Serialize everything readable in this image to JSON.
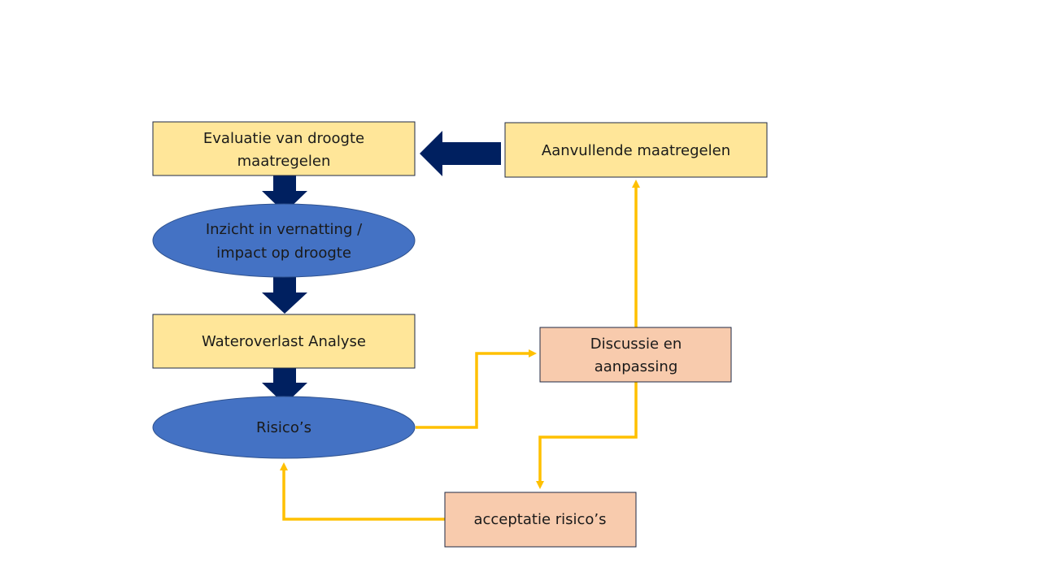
{
  "diagram": {
    "colors": {
      "yellow_box": "#FFE699",
      "peach_box": "#F8CBAD",
      "blue_ellipse": "#4472C4",
      "navy_arrow": "#002060",
      "orange_connector": "#FFC000",
      "outline": "#1F2A44"
    },
    "nodes": {
      "evaluatie": {
        "shape": "rectangle",
        "lines": [
          "Evaluatie van droogte",
          "maatregelen"
        ]
      },
      "inzicht": {
        "shape": "ellipse",
        "lines": [
          "Inzicht in vernatting /",
          "impact op droogte"
        ]
      },
      "wateroverlast": {
        "shape": "rectangle",
        "lines": [
          "Wateroverlast Analyse"
        ]
      },
      "risicos": {
        "shape": "ellipse",
        "lines": [
          "Risico’s"
        ]
      },
      "aanvullende": {
        "shape": "rectangle",
        "lines": [
          "Aanvullende maatregelen"
        ]
      },
      "discussie": {
        "shape": "rectangle",
        "lines": [
          "Discussie en",
          "aanpassing"
        ]
      },
      "acceptatie": {
        "shape": "rectangle",
        "lines": [
          "acceptatie risico’s"
        ]
      }
    },
    "edges": [
      {
        "from": "evaluatie",
        "to": "inzicht",
        "style": "block-arrow"
      },
      {
        "from": "inzicht",
        "to": "wateroverlast",
        "style": "block-arrow"
      },
      {
        "from": "wateroverlast",
        "to": "risicos",
        "style": "block-arrow"
      },
      {
        "from": "aanvullende",
        "to": "evaluatie",
        "style": "block-arrow"
      },
      {
        "from": "risicos",
        "to": "discussie",
        "style": "elbow-connector"
      },
      {
        "from": "discussie",
        "to": "aanvullende",
        "style": "straight-connector"
      },
      {
        "from": "discussie",
        "to": "acceptatie",
        "style": "elbow-connector"
      },
      {
        "from": "acceptatie",
        "to": "risicos",
        "style": "elbow-connector"
      }
    ]
  }
}
